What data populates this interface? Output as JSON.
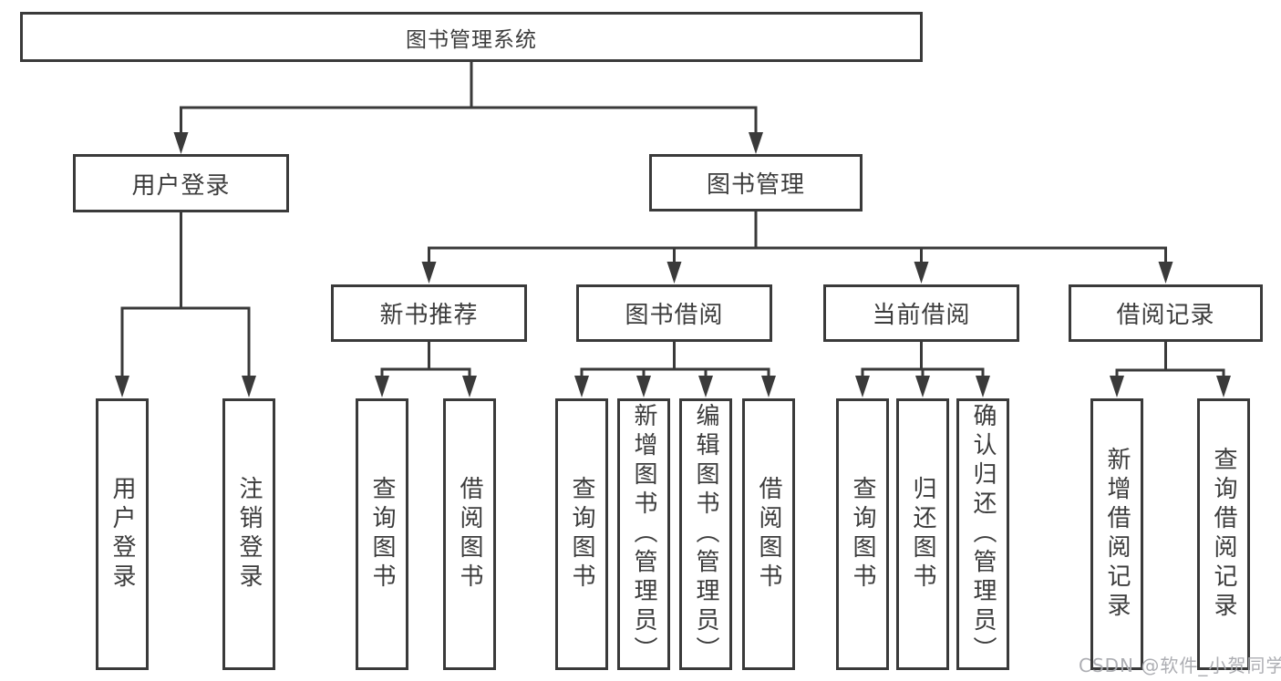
{
  "tree": {
    "root": {
      "label": "图书管理系统"
    },
    "level2": [
      {
        "key": "user-login",
        "label": "用户登录"
      },
      {
        "key": "book-management",
        "label": "图书管理"
      }
    ],
    "level3": [
      {
        "key": "new-book-recommend",
        "label": "新书推荐",
        "parent": "图书管理"
      },
      {
        "key": "book-borrow",
        "label": "图书借阅",
        "parent": "图书管理"
      },
      {
        "key": "current-borrow",
        "label": "当前借阅",
        "parent": "图书管理"
      },
      {
        "key": "borrow-record",
        "label": "借阅记录",
        "parent": "图书管理"
      }
    ],
    "leaves": [
      {
        "key": "user-login",
        "label": "用户登录",
        "parent": "用户登录"
      },
      {
        "key": "logout",
        "label": "注销登录",
        "parent": "用户登录"
      },
      {
        "key": "query-book-recommend",
        "label": "查询图书",
        "parent": "新书推荐"
      },
      {
        "key": "borrow-book-recommend",
        "label": "借阅图书",
        "parent": "新书推荐"
      },
      {
        "key": "query-book-borrow",
        "label": "查询图书",
        "parent": "图书借阅"
      },
      {
        "key": "add-book-admin",
        "label": "新增图书（管理员）",
        "parent": "图书借阅"
      },
      {
        "key": "edit-book-admin",
        "label": "编辑图书（管理员）",
        "parent": "图书借阅"
      },
      {
        "key": "borrow-book-borrow",
        "label": "借阅图书",
        "parent": "图书借阅"
      },
      {
        "key": "query-book-current",
        "label": "查询图书",
        "parent": "当前借阅"
      },
      {
        "key": "return-book",
        "label": "归还图书",
        "parent": "当前借阅"
      },
      {
        "key": "confirm-return-admin",
        "label": "确认归还（管理员）",
        "parent": "当前借阅"
      },
      {
        "key": "add-borrow-record",
        "label": "新增借阅记录",
        "parent": "借阅记录"
      },
      {
        "key": "query-borrow-record",
        "label": "查询借阅记录",
        "parent": "借阅记录"
      }
    ]
  },
  "watermark": {
    "text": "CSDN @软件_小贺同学"
  },
  "colors": {
    "line": "#3a3a3a",
    "box_border": "#3a3a3a",
    "box_fill": "#ffffff",
    "text": "#3c3c3c",
    "watermark": "#a9aaaf",
    "background": "#ffffff"
  }
}
